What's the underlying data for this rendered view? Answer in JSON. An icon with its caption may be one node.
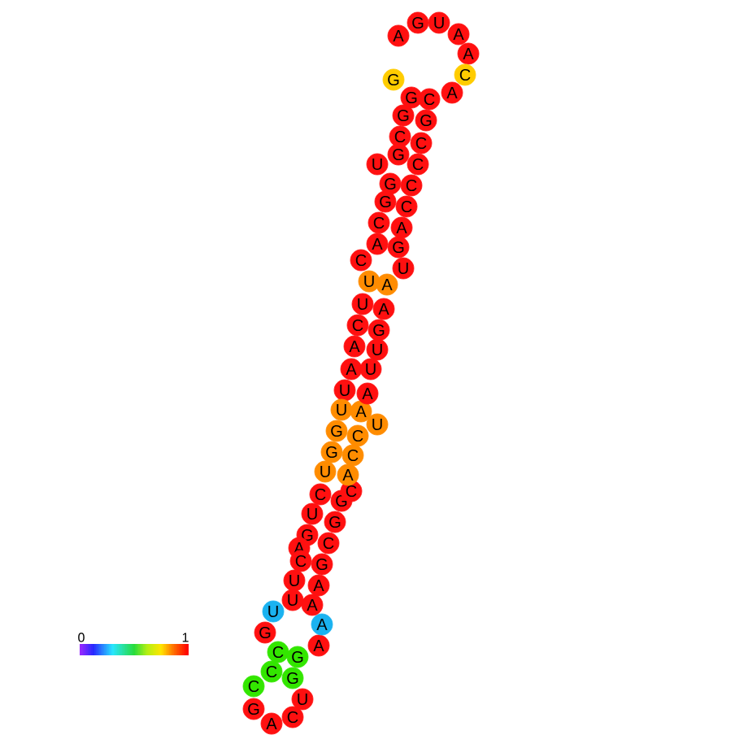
{
  "diagram": {
    "nodes": [
      {
        "text": [
          "G"
        ]
      },
      {
        "text": [
          "A"
        ]
      },
      {
        "text": [
          "G"
        ]
      },
      {
        "text": [
          "U"
        ]
      },
      {
        "text": [
          "A"
        ]
      },
      {
        "text": [
          "A"
        ]
      },
      {
        "text": [
          "C"
        ]
      },
      {
        "text": [
          "A"
        ]
      },
      {
        "text": [
          "C"
        ]
      },
      {
        "text": [
          "G"
        ]
      },
      {
        "text": [
          "G"
        ]
      },
      {
        "text": [
          "C"
        ]
      },
      {
        "text": [
          "G"
        ]
      },
      {
        "text": [
          "U"
        ]
      },
      {
        "text": [
          "G"
        ]
      },
      {
        "text": [
          "G"
        ]
      },
      {
        "text": [
          "C"
        ]
      },
      {
        "text": [
          "A"
        ]
      },
      {
        "text": [
          "C"
        ]
      },
      {
        "text": [
          "U"
        ]
      },
      {
        "text": [
          "U"
        ]
      },
      {
        "text": [
          "C"
        ]
      },
      {
        "text": [
          "A"
        ]
      },
      {
        "text": [
          "A"
        ]
      },
      {
        "text": [
          "U"
        ]
      },
      {
        "text": [
          "U"
        ]
      },
      {
        "text": [
          "G"
        ]
      },
      {
        "text": [
          "G"
        ]
      },
      {
        "text": [
          "U"
        ]
      },
      {
        "text": [
          "C"
        ]
      },
      {
        "text": [
          "U"
        ]
      },
      {
        "text": [
          "G"
        ]
      },
      {
        "text": [
          "A"
        ]
      },
      {
        "text": [
          "C"
        ]
      },
      {
        "text": [
          "U"
        ]
      },
      {
        "text": [
          "U"
        ]
      },
      {
        "text": [
          "U"
        ]
      },
      {
        "text": [
          "G"
        ]
      },
      {
        "text": [
          "C"
        ]
      },
      {
        "text": [
          "C"
        ]
      },
      {
        "text": [
          "C"
        ]
      },
      {
        "text": [
          "G"
        ]
      },
      {
        "text": [
          "A"
        ]
      },
      {
        "text": [
          "C"
        ]
      },
      {
        "text": [
          "U"
        ]
      },
      {
        "text": [
          "G"
        ]
      },
      {
        "text": [
          "G"
        ]
      },
      {
        "text": [
          "A"
        ]
      },
      {
        "text": [
          "A"
        ]
      },
      {
        "text": [
          "A"
        ]
      },
      {
        "text": [
          "A"
        ]
      },
      {
        "text": [
          "G"
        ]
      },
      {
        "text": [
          "C"
        ]
      },
      {
        "text": [
          "G"
        ]
      },
      {
        "text": [
          "G"
        ]
      },
      {
        "text": [
          "C"
        ]
      },
      {
        "text": [
          "A"
        ]
      },
      {
        "text": [
          "C"
        ]
      },
      {
        "text": [
          "C"
        ]
      },
      {
        "text": [
          "U"
        ]
      },
      {
        "text": [
          "A"
        ]
      },
      {
        "text": [
          "A"
        ]
      },
      {
        "text": [
          "U"
        ]
      },
      {
        "text": [
          "U"
        ]
      },
      {
        "text": [
          "G"
        ]
      },
      {
        "text": [
          "A"
        ]
      },
      {
        "text": [
          "A"
        ]
      },
      {
        "text": [
          "U"
        ]
      },
      {
        "text": [
          "G"
        ]
      },
      {
        "text": [
          "A"
        ]
      },
      {
        "text": [
          "C"
        ]
      },
      {
        "text": [
          "C"
        ]
      },
      {
        "text": [
          "C"
        ]
      },
      {
        "text": [
          "C"
        ]
      },
      {
        "text": [
          "G"
        ]
      }
    ],
    "labels": [
      "0",
      "1"
    ]
  }
}
